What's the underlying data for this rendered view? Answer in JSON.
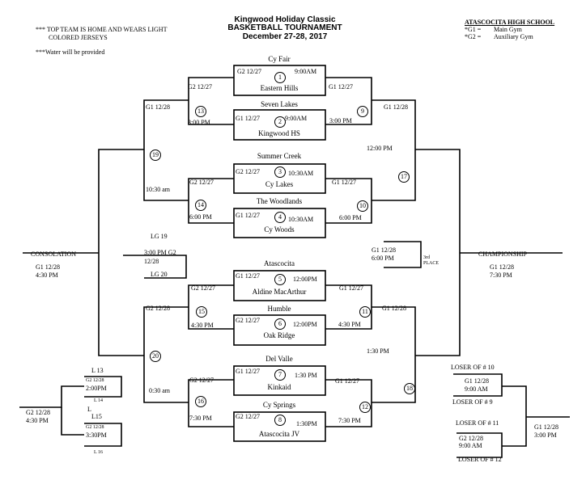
{
  "header": {
    "title": "Kingwood Holiday Classic",
    "subtitle": "BASKETBALL TOURNAMENT",
    "dates": "December 27-28, 2017",
    "note_1": "*** TOP TEAM IS HOME AND WEARS LIGHT",
    "note_2": "COLORED JERSEYS",
    "note_3": "***Water will be provided",
    "school": "ATASCOCITA HIGH SCHOOL",
    "g1_key": "*G1 =",
    "g1_value": "Main Gym",
    "g2_key": "*G2 =",
    "g2_value": "Auxiliary Gym"
  },
  "round1": [
    {
      "top": "Cy Fair",
      "bottom": "Eastern Hills",
      "num": "1",
      "gym": "G2 12/27",
      "time": "9:00AM"
    },
    {
      "top": "Seven Lakes",
      "bottom": "Kingwood HS",
      "num": "2",
      "gym": "G1  12/27",
      "time": "9:00AM"
    },
    {
      "top": "Summer Creek",
      "bottom": "Cy Lakes",
      "num": "3",
      "gym": "G2 12/27",
      "time": "10:30AM"
    },
    {
      "top": "The Woodlands",
      "bottom": "Cy Woods",
      "num": "4",
      "gym": "G1 12/27",
      "time": "10:30AM"
    },
    {
      "top": "Atascocita",
      "bottom": "Aldine MacArthur",
      "num": "5",
      "gym": "G1 12/27",
      "time": "12:00PM"
    },
    {
      "top": "Humble",
      "bottom": "Oak Ridge",
      "num": "6",
      "gym": "G2 12/27",
      "time": "12:00PM"
    },
    {
      "top": "Del Valle",
      "bottom": "Kinkaid",
      "num": "7",
      "gym": "G1 12/27",
      "time": "1:30 PM"
    },
    {
      "top": "Cy Springs",
      "bottom": "Atascocita JV",
      "num": "8",
      "gym": "G2 12/27",
      "time": "1:30PM"
    }
  ],
  "consolation_r2": [
    {
      "num": "13",
      "gym": "G2 12/27",
      "time": "3:00 PM"
    },
    {
      "num": "14",
      "gym": "G2 12/27",
      "time": "6:00 PM"
    },
    {
      "num": "15",
      "gym": "G2 12/27",
      "time": "4:30 PM"
    },
    {
      "num": "16",
      "gym": "G2 12/27",
      "time": "7:30 PM"
    }
  ],
  "winners_r2": [
    {
      "num": "9",
      "gym": "G1 12/27",
      "time": "3:00 PM"
    },
    {
      "num": "10",
      "gym": "G1 12/27",
      "time": "6:00 PM"
    },
    {
      "num": "11",
      "gym": "G1 12/27",
      "time": "4:30 PM"
    },
    {
      "num": "12",
      "gym": "G1 12/27",
      "time": "7:30 PM"
    }
  ],
  "semis": {
    "g19_num": "19",
    "g19_gym": "G1 12/28",
    "g19_time": "10:30 am",
    "g20_num": "20",
    "g20_gym": "G2 12/28",
    "g20_time": "0:30 am",
    "g17_num": "17",
    "g17_gym": "G1 12/28",
    "g17_time": "12:00 PM",
    "g18_num": "18",
    "g18_gym": "G1 12/28",
    "g18_time": "1:30 PM"
  },
  "consolation": {
    "label": "CONSOLATION",
    "gym": "G1 12/28",
    "time": "4:30 PM"
  },
  "championship": {
    "label": "CHAMPIONSHIP",
    "gym": "G1 12/28",
    "time": "7:30 PM"
  },
  "losers_final": {
    "lg19": "LG 19",
    "time": "3:00 PM G2",
    "date": "12/28",
    "lg20": "LG 20"
  },
  "third_place": {
    "gym": "G1 12/28",
    "time": "6:00 PM",
    "label_1": "3rd",
    "label_2": "PLACE"
  },
  "left_side": {
    "l13": "L 13",
    "g_a": "G2 12/28",
    "t_a": "2:00PM",
    "l14": "L 14",
    "l15": "L15",
    "g_b": "G2 12/28",
    "t_b": "3:30PM",
    "l16": "L 16",
    "final_gym": "G2 12/28",
    "final_time": "4:30 PM",
    "mark_l": "L"
  },
  "right_side": {
    "loser10": "LOSER OF # 10",
    "g_a": "G1 12/28",
    "t_a": "9:00 AM",
    "loser9": "LOSER OF # 9",
    "loser11": "LOSER OF # 11",
    "g_b": "G2 12/28",
    "t_b": "9:00 AM",
    "loser12": "LOSER OF # 12",
    "final_gym": "G1 12/28",
    "final_time": "3:00 PM"
  }
}
